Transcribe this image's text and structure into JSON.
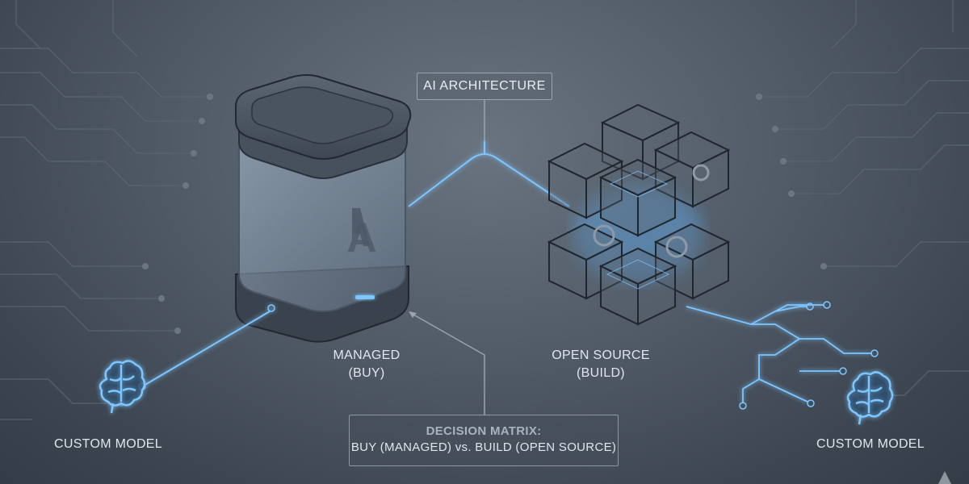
{
  "diagram": {
    "title": "AI ARCHITECTURE",
    "left_block": {
      "line1": "MANAGED",
      "line2": "(BUY)",
      "logo_letter": "A"
    },
    "right_block": {
      "line1": "OPEN SOURCE",
      "line2": "(BUILD)"
    },
    "left_endpoint": {
      "label": "CUSTOM MODEL",
      "icon": "brain-icon"
    },
    "right_endpoint": {
      "label": "CUSTOM MODEL",
      "icon": "brain-icon"
    },
    "decision_box": {
      "heading": "DECISION MATRIX:",
      "text": "BUY (MANAGED) vs. BUILD (OPEN SOURCE)"
    }
  },
  "colors": {
    "glow": "#5fb4ff",
    "line": "#7ec6ff",
    "circuit": "#5a6571"
  }
}
